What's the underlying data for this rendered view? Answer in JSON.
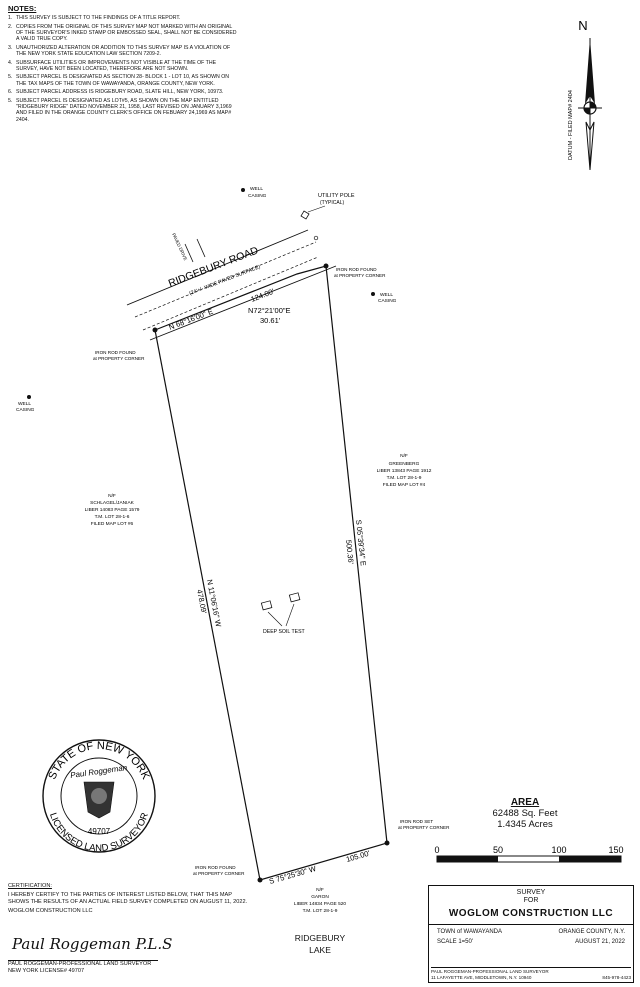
{
  "notes": {
    "title": "NOTES:",
    "items": [
      {
        "num": "1.",
        "text": "THIS SURVEY IS SUBJECT TO THE FINDINGS OF A TITLE REPORT."
      },
      {
        "num": "2.",
        "text": "COPIES FROM THE ORIGINAL OF THIS SURVEY MAP NOT MARKED WITH AN ORIGINAL OF THE SURVEYOR'S INKED STAMP OR EMBOSSED SEAL, SHALL NOT BE CONSIDERED A VALID TRUE COPY."
      },
      {
        "num": "3.",
        "text": "UNAUTHORIZED ALTERATION OR ADDITION TO THIS SURVEY MAP IS A VIOLATION OF THE NEW YORK STATE EDUCATION LAW SECTION 7209-2."
      },
      {
        "num": "4.",
        "text": "SUBSURFACE UTILITIES OR IMPROVEMENTS NOT VISIBLE AT THE TIME OF THE SURVEY, HAVE NOT BEEN LOCATED, THEREFORE ARE NOT SHOWN."
      },
      {
        "num": "5.",
        "text": "SUBJECT PARCEL IS DESIGNATED AS SECTION 28- BLOCK 1 - LOT 10, AS SHOWN ON THE TAX MAPS OF THE TOWN OF WAWAYANDA, ORANGE COUNTY, NEW YORK."
      },
      {
        "num": "6.",
        "text": "SUBJECT PARCEL ADDRESS IS RIDGEBURY ROAD, SLATE HILL, NEW YORK, 10973."
      },
      {
        "num": "5.",
        "text": "SUBJECT PARCEL IS DESIGNATED AS LOT#5, AS SHOWN ON THE MAP ENTITLED \"RIDGEBURY RIDGE\" DATED NOVEMBER 21, 1958, LAST REVISED ON JANUARY 3,1969 AND FILED IN THE ORANGE COUNTY CLERK'S OFFICE ON FEBUARY 24,1969 AS MAP# 2404."
      }
    ]
  },
  "north": {
    "letter": "N",
    "datum": "DATUM - FILED MAP# 2404"
  },
  "labels": {
    "road_name": "RIDGEBURY ROAD",
    "road_surface": "(24'+/- WIDE PAVED SURFACE)",
    "paved_drive": "PAVED DRIVE",
    "utility_pole": "UTILITY POLE",
    "utility_pole_sub": "(TYPICAL)",
    "well_casing_1": "WELL",
    "well_casing_1b": "CASING",
    "well_casing_2": "WELL",
    "well_casing_2b": "CASING",
    "well_casing_3": "WELL",
    "well_casing_3b": "CASING",
    "iron_rod_ne": "IRON ROD FOUND",
    "iron_rod_ne_b": "at PROPERTY CORNER",
    "iron_rod_nw": "IRON ROD FOUND",
    "iron_rod_nw_b": "at PROPERTY CORNER",
    "iron_rod_se": "IRON ROD SET",
    "iron_rod_se_b": "at PROPERTY CORNER",
    "iron_rod_sw": "IRON ROD FOUND",
    "iron_rod_sw_b": "at PROPERTY CORNER",
    "brg_north": "N 68°16'00\" E",
    "dist_north": "124.00'",
    "brg_offset": "N72°21'00\"E",
    "dist_offset": "30.61'",
    "brg_east": "S 05°39'34\" E",
    "dist_east": "500.36'",
    "brg_west": "N 11°06'16\" W",
    "dist_west": "478.09'",
    "brg_south": "S 75°25'30\" W",
    "dist_south": "105.00'",
    "deep_soil": "DEEP SOIL TEST",
    "west_owner": [
      "N/F",
      "SCHLAGEL/JANIAK",
      "LIBER 14083 PAGE 1579",
      "T.M. LOT 28-1-6",
      "FILED MAP LOT #6"
    ],
    "east_owner": [
      "N/F",
      "GREENBERG",
      "LIBER 13843 PAGE 1912",
      "T.M. LOT 28-1-9",
      "FILED MAP LOT #4"
    ],
    "south_owner": [
      "N/F",
      "GARON",
      "LIBER 14834 PAGE 520",
      "T.M. LOT 28-1-9"
    ]
  },
  "seal": {
    "top": "STATE OF NEW YORK",
    "name": "Paul Roggeman",
    "number": "49707",
    "bottom": "LICENSED LAND SURVEYOR"
  },
  "area": {
    "title": "AREA",
    "sqft": "62488 Sq. Feet",
    "acres": "1.4345 Acres"
  },
  "scale_bar": {
    "ticks": [
      "0",
      "50",
      "100",
      "150"
    ]
  },
  "certification": {
    "title": "CERTIFICATION:",
    "text": "I HEREBY CERTIFY TO THE PARTIES OF INTEREST LISTED BELOW, THAT THIS MAP SHOWS THE RESULTS OF AN ACTUAL FIELD SURVEY COMPLETED ON AUGUST 11, 2022.",
    "party": "WOGLOM CONSTRUCTION LLC",
    "signature": "Paul Roggeman P.L.S",
    "surveyor": "PAUL ROGGEMAN-PROFESSIONAL LAND SURVEYOR",
    "license": "NEW YORK LICENSE# 49707"
  },
  "lake": {
    "line1": "RIDGEBURY",
    "line2": "LAKE"
  },
  "title_block": {
    "survey": "SURVEY",
    "for": "FOR",
    "company": "WOGLOM CONSTRUCTION LLC",
    "town": "TOWN of WAWAYANDA",
    "county": "ORANGE COUNTY, N.Y.",
    "scale": "SCALE 1=50'",
    "date": "AUGUST 21, 2022",
    "footer1": "PAUL ROGGEMAN-PROFESSIONAL LAND SURVEYOR",
    "footer2": "11 LAFAYETTE AVE, MIDDLETOWN, N.Y. 10940",
    "phone": "845-978-4423"
  }
}
